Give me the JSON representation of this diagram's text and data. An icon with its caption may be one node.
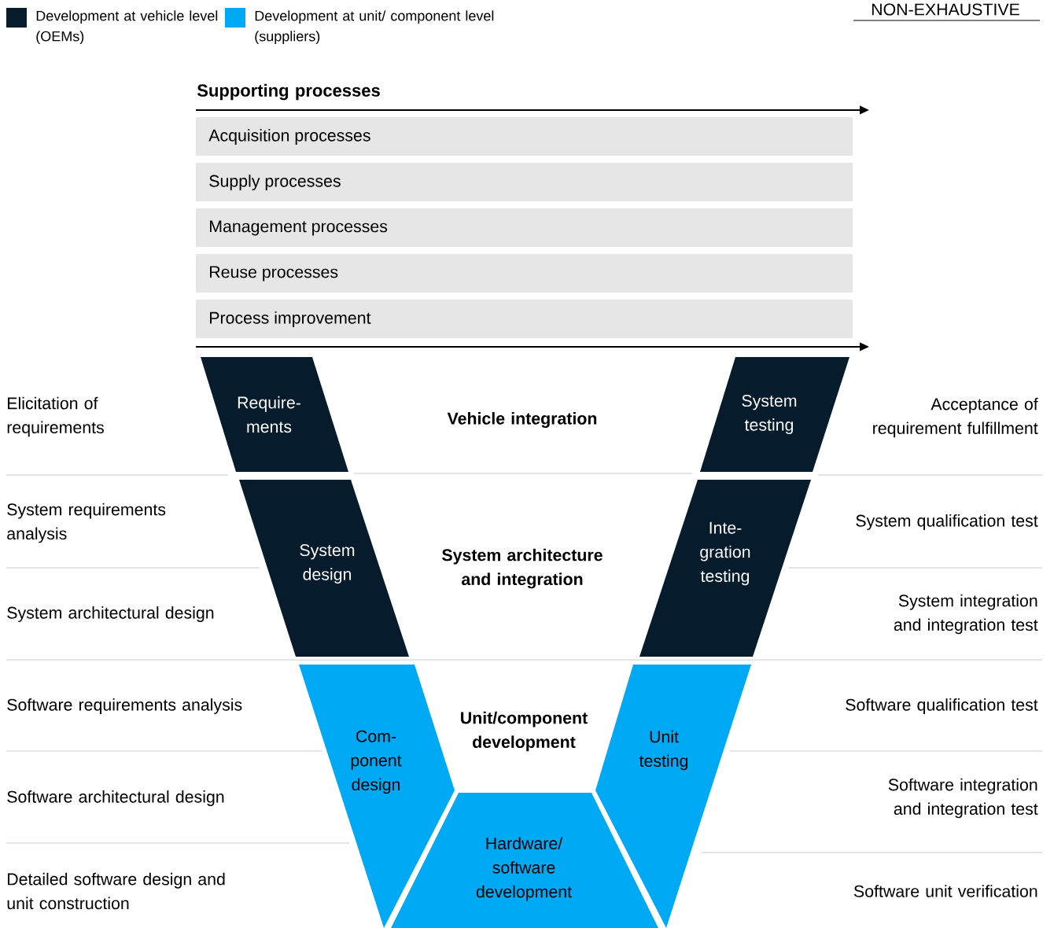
{
  "diagram": {
    "nodes": [
      {
        "text": [
          "Acquisition processes"
        ]
      },
      {
        "text": [
          "Supply processes"
        ]
      },
      {
        "text": [
          "Management processes"
        ]
      },
      {
        "text": [
          "Reuse processes"
        ]
      },
      {
        "text": [
          "Process improvement"
        ]
      },
      {
        "text": [
          "Require- ments"
        ]
      },
      {
        "text": [
          "System design"
        ]
      },
      {
        "text": [
          "Com- ponent design"
        ]
      },
      {
        "text": [
          "Hardware/ software development"
        ]
      },
      {
        "text": [
          "Unit testing"
        ]
      },
      {
        "text": [
          "Inte- gration testing"
        ]
      },
      {
        "text": [
          "System testing"
        ]
      }
    ],
    "edges": [],
    "labels": [
      "NON-EXHAUSTIVE",
      "Supporting processes",
      "Elicitation of requirements",
      "Vehicle integration",
      "Acceptance of requirement fulfillment",
      "System requirements analysis",
      "System qualification test",
      "System architecture and integration",
      "System architectural design",
      "System integration and integration test",
      "Software requirements analysis",
      "Unit/component development",
      "Software qualification test",
      "Software architectural design",
      "Software integration and integration test",
      "Detailed software design and unit construction",
      "Software unit verification"
    ],
    "legend": [
      {
        "text": "Development at vehicle level (OEMs)",
        "color": "#061c2c"
      },
      {
        "text": "Development at unit/ component level (suppliers)",
        "color": "#00a9f4"
      }
    ]
  }
}
